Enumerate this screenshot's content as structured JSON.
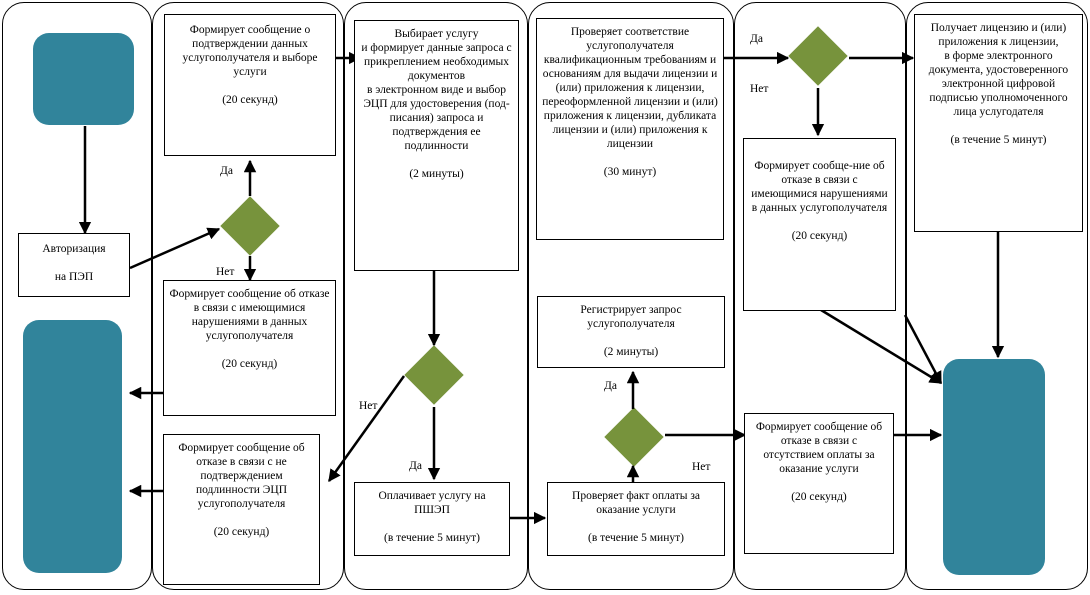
{
  "colors": {
    "terminal": "#31849b",
    "diamond": "#77933c",
    "line": "#000000"
  },
  "boxes": {
    "auth": "Авторизация\n\nна ПЭП",
    "confirm_msg": "Формирует сообщение о подтверждении данных услугополучателя и выборе услуги\n\n(20 секунд)",
    "select_service": "Выбирает услугу\nи формирует данные запроса с прикреплением необходимых документов\nв электронном виде и выбор ЭЦП для удостоверения (под-писания) запроса и подтверждения ее подлинности\n\n(2 минуты)",
    "check_conformity": "Проверяет соответствие услугополучателя квалификационным требованиям и основаниям для выдачи лицензии и (или) приложения к лицензии, переоформленной лицензии и (или) приложения к лицензии, дубликата лицензии и (или) приложения к лицензии\n\n(30 минут)",
    "refusal_violations_right": "Формирует сообще-ние об отказе в связи с имеющимися нарушениями в данных услугополучателя\n\n(20 секунд)",
    "receive_license": "Получает лицензию и (или) приложения к лицензии,\nв форме электронного документа, удостоверенного электронной цифровой подписью уполномоченного лица услугодателя\n\n(в течение 5 минут)",
    "refusal_violations_left": "Формирует сообщение об отказе в связи с имеющимися нарушениями в данных услугополучателя\n\n(20 секунд)",
    "refusal_eds": "Формирует сообщение об отказе в связи с не подтверждением подлинности ЭЦП услугополучателя\n\n(20 секунд)",
    "pay": "Оплачивает услугу на ПШЭП\n\n(в течение 5 минут)",
    "register": "Регистрирует запрос услугополучателя\n\n(2 минуты)",
    "check_payment": "Проверяет факт оплаты за оказание услуги\n\n(в течение 5 минут)",
    "refusal_payment": "Формирует сообщение об отказе в связи с отсутствием оплаты за оказание услуги\n\n(20 секунд)"
  },
  "labels": {
    "yes_1": "Да",
    "no_1": "Нет",
    "no_2": "Нет",
    "yes_2": "Да",
    "yes_3": "Да",
    "no_3": "Нет",
    "yes_4": "Да",
    "no_4": "Нет"
  }
}
